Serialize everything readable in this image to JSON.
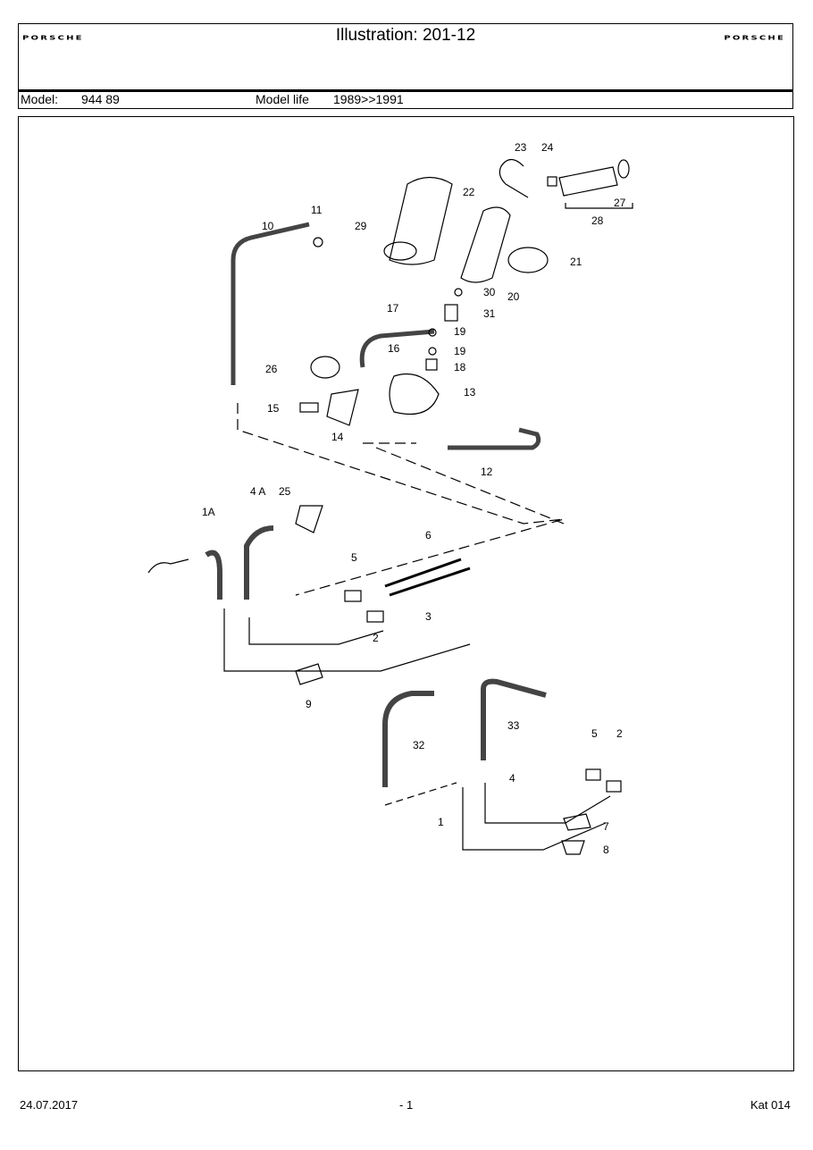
{
  "header": {
    "brand_left": "PORSCHE",
    "brand_right": "PORSCHE",
    "title": "Illustration: 201-12",
    "model_label": "Model:",
    "model_value": "944 89",
    "model_life_label": "Model life",
    "model_life_value": "1989>>1991"
  },
  "diagram": {
    "callouts": [
      "23",
      "24",
      "22",
      "27",
      "28",
      "29",
      "21",
      "10",
      "11",
      "30",
      "20",
      "31",
      "17",
      "19",
      "16",
      "19",
      "18",
      "26",
      "13",
      "15",
      "14",
      "12",
      "4 A",
      "25",
      "1A",
      "6",
      "5",
      "3",
      "2",
      "9",
      "33",
      "32",
      "5",
      "2",
      "4",
      "1",
      "7",
      "8"
    ]
  },
  "footer": {
    "date": "24.07.2017",
    "page": "- 1",
    "catalog": "Kat 014"
  }
}
